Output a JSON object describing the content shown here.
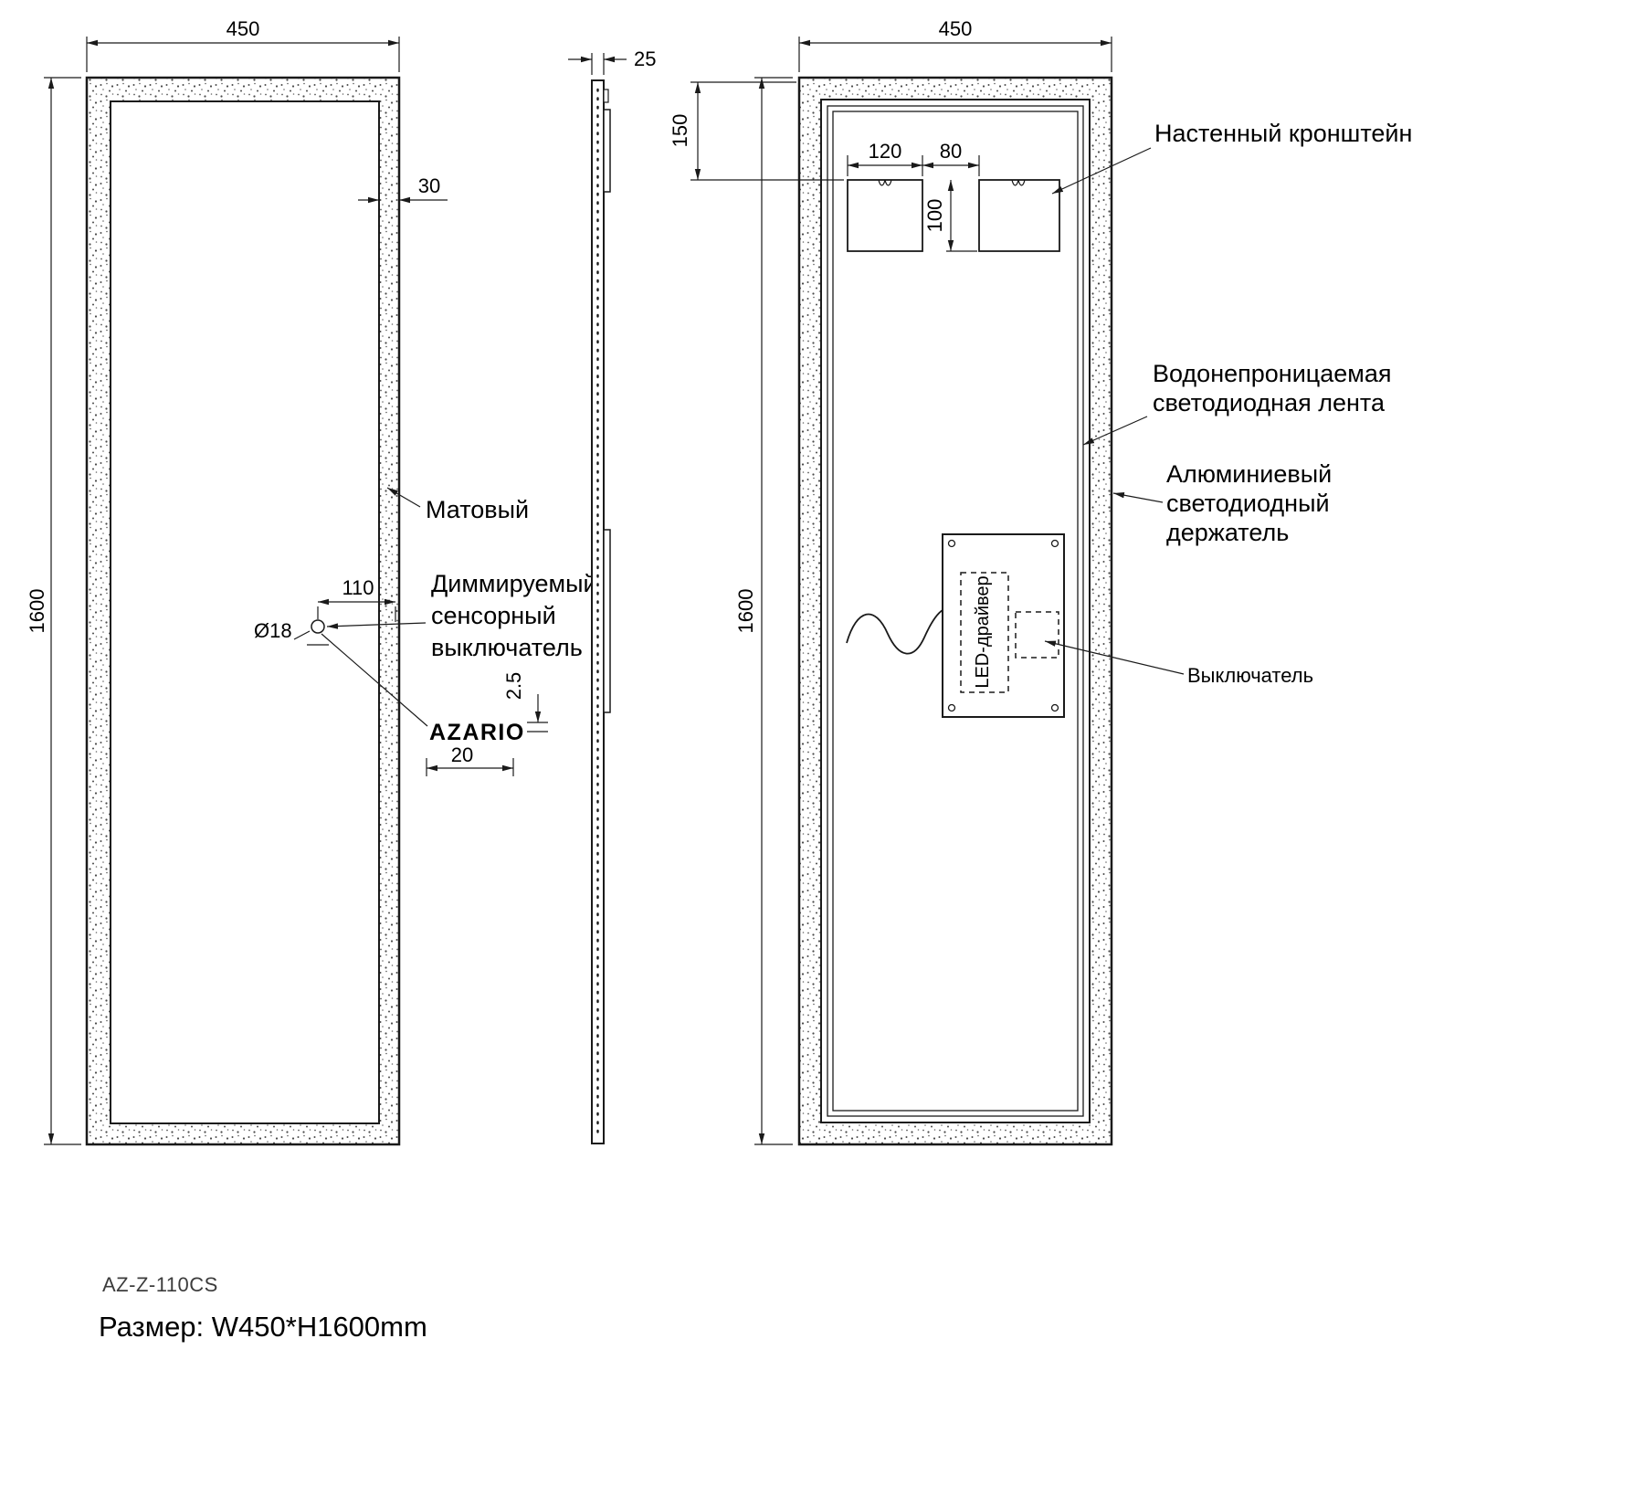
{
  "front": {
    "dim_width": "450",
    "dim_height": "1600",
    "dim_frame_width": "30",
    "matte_label": "Матовый",
    "dim_sensor_offset": "110",
    "sensor_diameter": "Ø18",
    "switch_label": [
      "Диммируемый",
      "сенсорный",
      "выключатель"
    ],
    "logo": "AZARIO",
    "dim_logo_height": "2.5",
    "dim_logo_width": "20"
  },
  "side": {
    "dim_thickness": "25"
  },
  "back": {
    "dim_width": "450",
    "dim_height": "1600",
    "dim_top_offset": "150",
    "dim_bracket_width": "120",
    "dim_bracket_gap": "80",
    "dim_bracket_height": "100",
    "bracket_label": "Настенный кронштейн",
    "led_strip_label": [
      "Водонепроницаемая",
      "светодиодная лента"
    ],
    "holder_label": [
      "Алюминиевый",
      "светодиодный",
      "держатель"
    ],
    "driver_label": "LED-драйвер",
    "switch_label": "Выключатель"
  },
  "footer": {
    "model": "AZ-Z-110CS",
    "size": "Размер: W450*H1600mm"
  },
  "colors": {
    "line": "#1a1a1a",
    "speckle": "#4a4a4a"
  }
}
